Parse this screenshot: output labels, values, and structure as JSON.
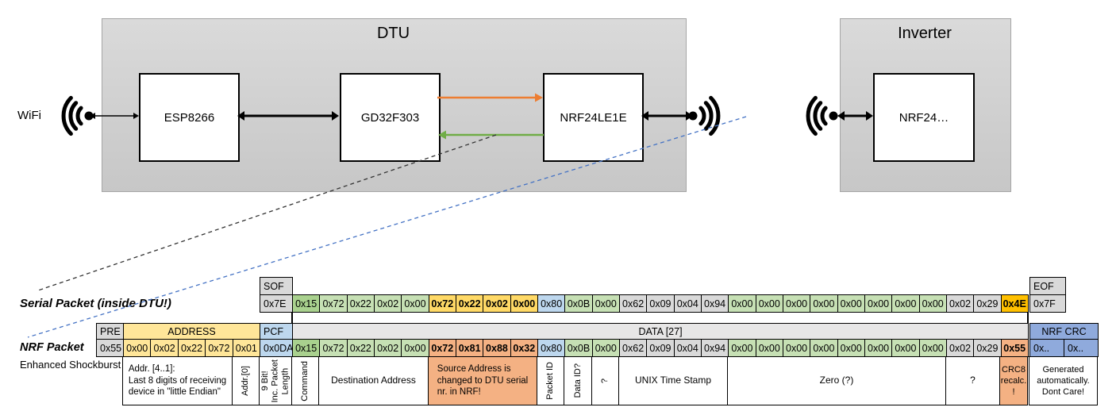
{
  "diagram": {
    "wifi_label": "WiFi",
    "dtu_title": "DTU",
    "esp_label": "ESP8266",
    "gd32_label": "GD32F303",
    "nrf_dtu_label": "NRF24LE1E",
    "inverter_title": "Inverter",
    "nrf_inverter_label": "NRF24…"
  },
  "serial_packet": {
    "label": "Serial Packet (inside DTU!)",
    "sof_header": "SOF",
    "sof_value": "0x7E",
    "eof_header": "EOF",
    "eof_value": "0x7F",
    "bytes": [
      {
        "v": "0x15",
        "c": "g1"
      },
      {
        "v": "0x72",
        "c": "g2"
      },
      {
        "v": "0x22",
        "c": "g2"
      },
      {
        "v": "0x02",
        "c": "g2"
      },
      {
        "v": "0x00",
        "c": "g2"
      },
      {
        "v": "0x72",
        "c": "gold"
      },
      {
        "v": "0x22",
        "c": "gold"
      },
      {
        "v": "0x02",
        "c": "gold"
      },
      {
        "v": "0x00",
        "c": "gold"
      },
      {
        "v": "0x80",
        "c": "blue"
      },
      {
        "v": "0x0B",
        "c": "g2"
      },
      {
        "v": "0x00",
        "c": "g2"
      },
      {
        "v": "0x62",
        "c": "gray"
      },
      {
        "v": "0x09",
        "c": "gray"
      },
      {
        "v": "0x04",
        "c": "gray"
      },
      {
        "v": "0x94",
        "c": "gray"
      },
      {
        "v": "0x00",
        "c": "g2"
      },
      {
        "v": "0x00",
        "c": "g2"
      },
      {
        "v": "0x00",
        "c": "g2"
      },
      {
        "v": "0x00",
        "c": "g2"
      },
      {
        "v": "0x00",
        "c": "g2"
      },
      {
        "v": "0x00",
        "c": "g2"
      },
      {
        "v": "0x00",
        "c": "g2"
      },
      {
        "v": "0x00",
        "c": "g2"
      },
      {
        "v": "0x02",
        "c": "gray"
      },
      {
        "v": "0x29",
        "c": "gray"
      },
      {
        "v": "0x4E",
        "c": "org"
      }
    ]
  },
  "nrf_packet": {
    "label": "NRF Packet",
    "sublabel": "Enhanced Shockburst",
    "pre_header": "PRE",
    "pre_value": "0x55",
    "address_header": "ADDRESS",
    "address_values": [
      "0x00",
      "0x02",
      "0x22",
      "0x72",
      "0x01"
    ],
    "pcf_header": "PCF",
    "pcf_value": "0x0DA",
    "data_header": "DATA [27]",
    "bytes": [
      {
        "v": "0x15",
        "c": "g1"
      },
      {
        "v": "0x72",
        "c": "g2"
      },
      {
        "v": "0x22",
        "c": "g2"
      },
      {
        "v": "0x02",
        "c": "g2"
      },
      {
        "v": "0x00",
        "c": "g2"
      },
      {
        "v": "0x72",
        "c": "sal"
      },
      {
        "v": "0x81",
        "c": "sal"
      },
      {
        "v": "0x88",
        "c": "sal"
      },
      {
        "v": "0x32",
        "c": "sal"
      },
      {
        "v": "0x80",
        "c": "blue"
      },
      {
        "v": "0x0B",
        "c": "g2"
      },
      {
        "v": "0x00",
        "c": "g2"
      },
      {
        "v": "0x62",
        "c": "gray"
      },
      {
        "v": "0x09",
        "c": "gray"
      },
      {
        "v": "0x04",
        "c": "gray"
      },
      {
        "v": "0x94",
        "c": "gray"
      },
      {
        "v": "0x00",
        "c": "g2"
      },
      {
        "v": "0x00",
        "c": "g2"
      },
      {
        "v": "0x00",
        "c": "g2"
      },
      {
        "v": "0x00",
        "c": "g2"
      },
      {
        "v": "0x00",
        "c": "g2"
      },
      {
        "v": "0x00",
        "c": "g2"
      },
      {
        "v": "0x00",
        "c": "g2"
      },
      {
        "v": "0x00",
        "c": "g2"
      },
      {
        "v": "0x02",
        "c": "gray"
      },
      {
        "v": "0x29",
        "c": "gray"
      },
      {
        "v": "0x55",
        "c": "sal"
      }
    ],
    "crc_header": "NRF CRC",
    "crc_values": [
      "0x..",
      "0x.."
    ]
  },
  "annotations": {
    "addr41": "Addr. [4..1]:\nLast 8 digits of receiving\ndevice in \"little Endian\"",
    "addr0": "Addr.[0]",
    "pcf": "9 Bit!\nInc. Packet\nLength",
    "command": "Command",
    "dest": "Destination Address",
    "source": "Source Address is\nchanged to DTU serial\nnr. in NRF!",
    "packet_id": "Packet ID",
    "data_id": "Data ID?",
    "q1": "?",
    "unix": "UNIX Time Stamp",
    "zero": "Zero (?)",
    "q2": "?",
    "crc8": "CRC8\nrecalc.\n!",
    "generated": "Generated\nautomatically.\nDont Care!"
  },
  "colors": {
    "orange_arrow": "#ed7d31",
    "green_arrow": "#70ad47",
    "blue_dashed": "#4472c4",
    "address_yellow": "#ffe699",
    "gold_cell": "#ffd966",
    "orange_cell": "#ffc000",
    "salmon_cell": "#f4b183",
    "pcf_blue": "#bdd7ee",
    "crc_blue": "#8faadc",
    "green_dark": "#a9d18e",
    "green_light": "#c6e0b4",
    "gray_cell": "#d9d9d9"
  }
}
